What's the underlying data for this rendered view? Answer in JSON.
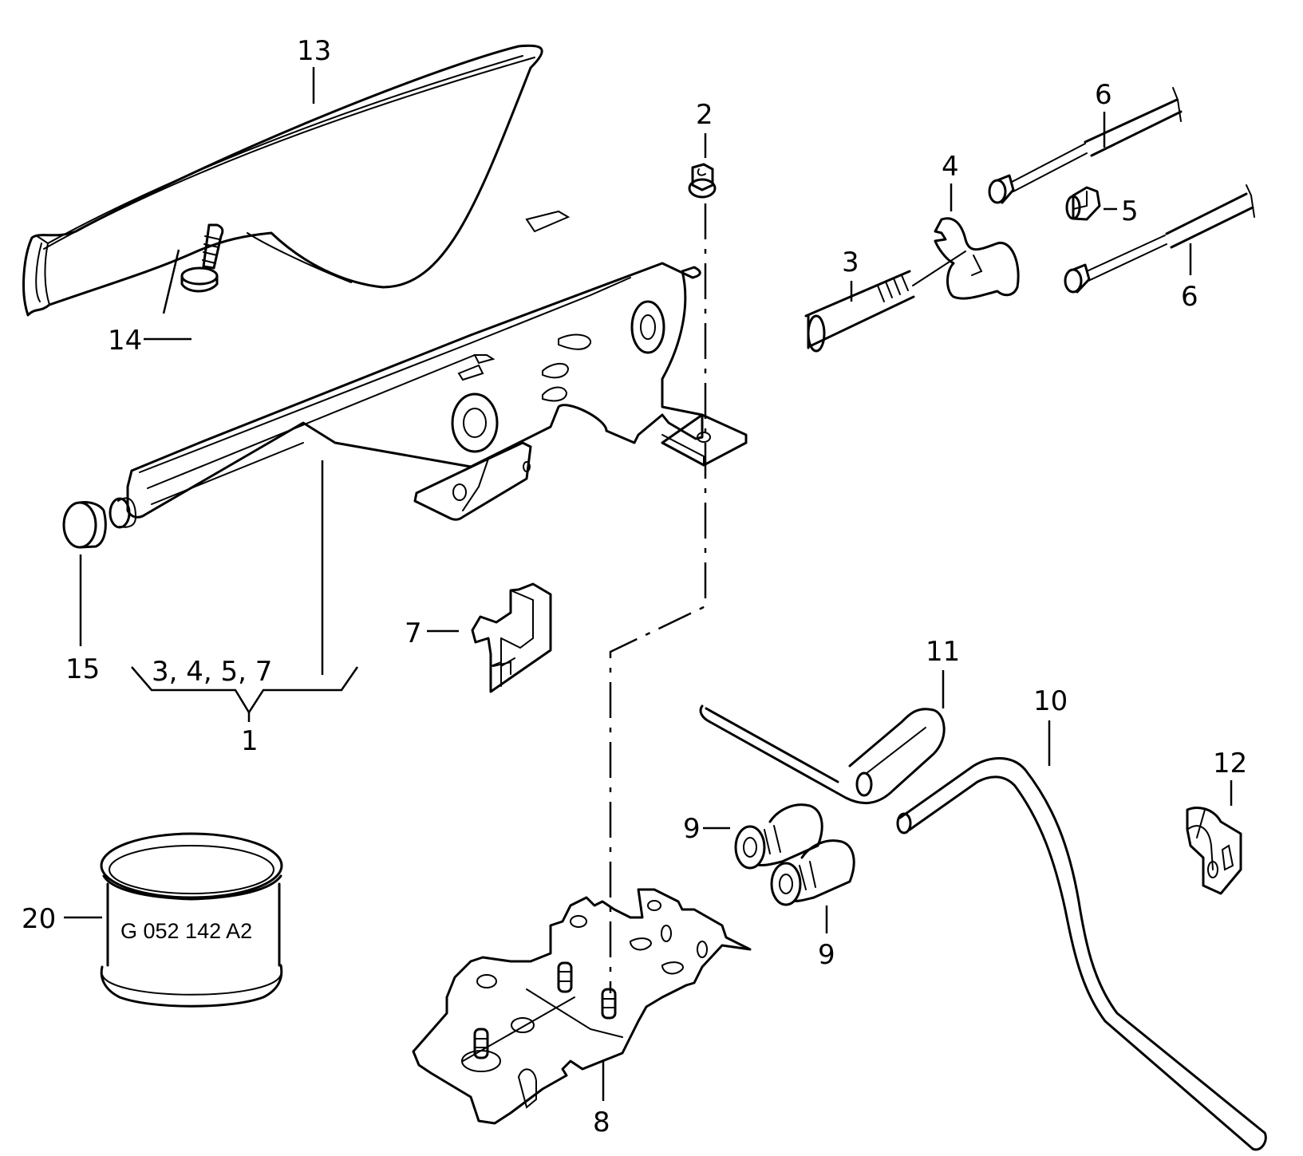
{
  "diagram": {
    "title": "Parking brake lever assembly — exploded parts view",
    "callouts": {
      "c1": "1",
      "c2": "2",
      "c3": "3",
      "c4": "4",
      "c5": "5",
      "c6a": "6",
      "c6b": "6",
      "c7": "7",
      "c8": "8",
      "c9a": "9",
      "c9b": "9",
      "c10": "10",
      "c11": "11",
      "c12": "12",
      "c13": "13",
      "c14": "14",
      "c15": "15",
      "c20": "20",
      "group_1_members": "3, 4, 5, 7"
    },
    "parts": [
      {
        "number": "1",
        "depicts": "handbrake lever assembly (includes 3, 4, 5, 7)"
      },
      {
        "number": "2",
        "depicts": "flange nut"
      },
      {
        "number": "3",
        "depicts": "threaded pin / adjuster bolt"
      },
      {
        "number": "4",
        "depicts": "compensator / equalizer yoke"
      },
      {
        "number": "5",
        "depicts": "adjusting nut"
      },
      {
        "number": "6",
        "depicts": "brake cable"
      },
      {
        "number": "7",
        "depicts": "switch"
      },
      {
        "number": "8",
        "depicts": "mounting bracket"
      },
      {
        "number": "9",
        "depicts": "cable grommet"
      },
      {
        "number": "10",
        "depicts": "cable/hose line"
      },
      {
        "number": "11",
        "depicts": "cable/hose line"
      },
      {
        "number": "12",
        "depicts": "clip"
      },
      {
        "number": "13",
        "depicts": "lever handle grip cover"
      },
      {
        "number": "14",
        "depicts": "screw"
      },
      {
        "number": "15",
        "depicts": "push button cap"
      },
      {
        "number": "20",
        "depicts": "grease tin"
      }
    ],
    "stamp_text": "G 052 142 A2"
  }
}
